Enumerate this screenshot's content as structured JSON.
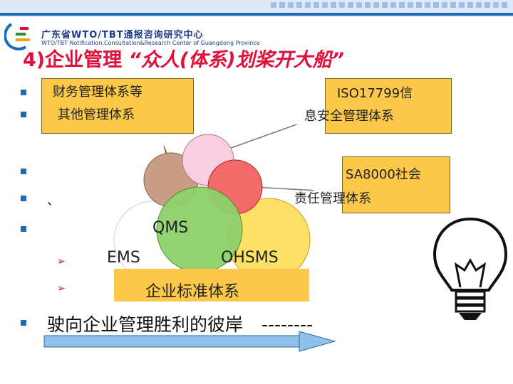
{
  "header": {
    "org_line": "广东省WTO/TBT通报咨询研究中心",
    "org_sub": "WTO/TBT Notification,Consultation&Research Center of Guangdong Province"
  },
  "slide": {
    "title_plain": "4)企业管理",
    "title_italic": "“众人(体系)划桨开大船”",
    "callouts": {
      "finance": [
        "财务管理体系等",
        "其他管理体系"
      ],
      "iso": [
        "ISO17799信",
        "息安全管理体系"
      ],
      "sa": [
        "SA8000社会",
        "责任管理体系"
      ],
      "standard": "企业标准体系"
    },
    "circles": {
      "qms": "QMS",
      "ems": "EMS",
      "ohsms": "OHSMS"
    },
    "comma": "、",
    "bottom_text": "驶向企业管理胜利的彼岸",
    "dashes": "--------"
  },
  "colors": {
    "title": "#e0103a",
    "callout_bg": "#fbc849",
    "bullet": "#1d6bb5",
    "circle_brown": "#c99e86",
    "circle_pink": "#f9cfe0",
    "circle_red": "#f26a6a",
    "circle_green": "#8fd16b",
    "circle_white": "#ffffff",
    "circle_yellow": "#ffe067",
    "circle_orange": "#f4d06a"
  }
}
